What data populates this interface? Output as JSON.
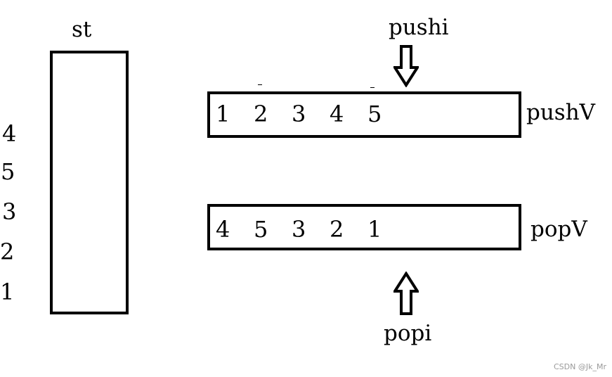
{
  "stack": {
    "label": "st",
    "side_numbers": [
      "4",
      "5",
      "3",
      "2",
      "1"
    ]
  },
  "push_array": {
    "label": "pushV",
    "values": [
      "1",
      "2",
      "3",
      "4",
      "5"
    ],
    "pointer_label": "pushi"
  },
  "pop_array": {
    "label": "popV",
    "values": [
      "4",
      "5",
      "3",
      "2",
      "1"
    ],
    "pointer_label": "popi"
  },
  "watermark": "CSDN @Jk_Mr"
}
